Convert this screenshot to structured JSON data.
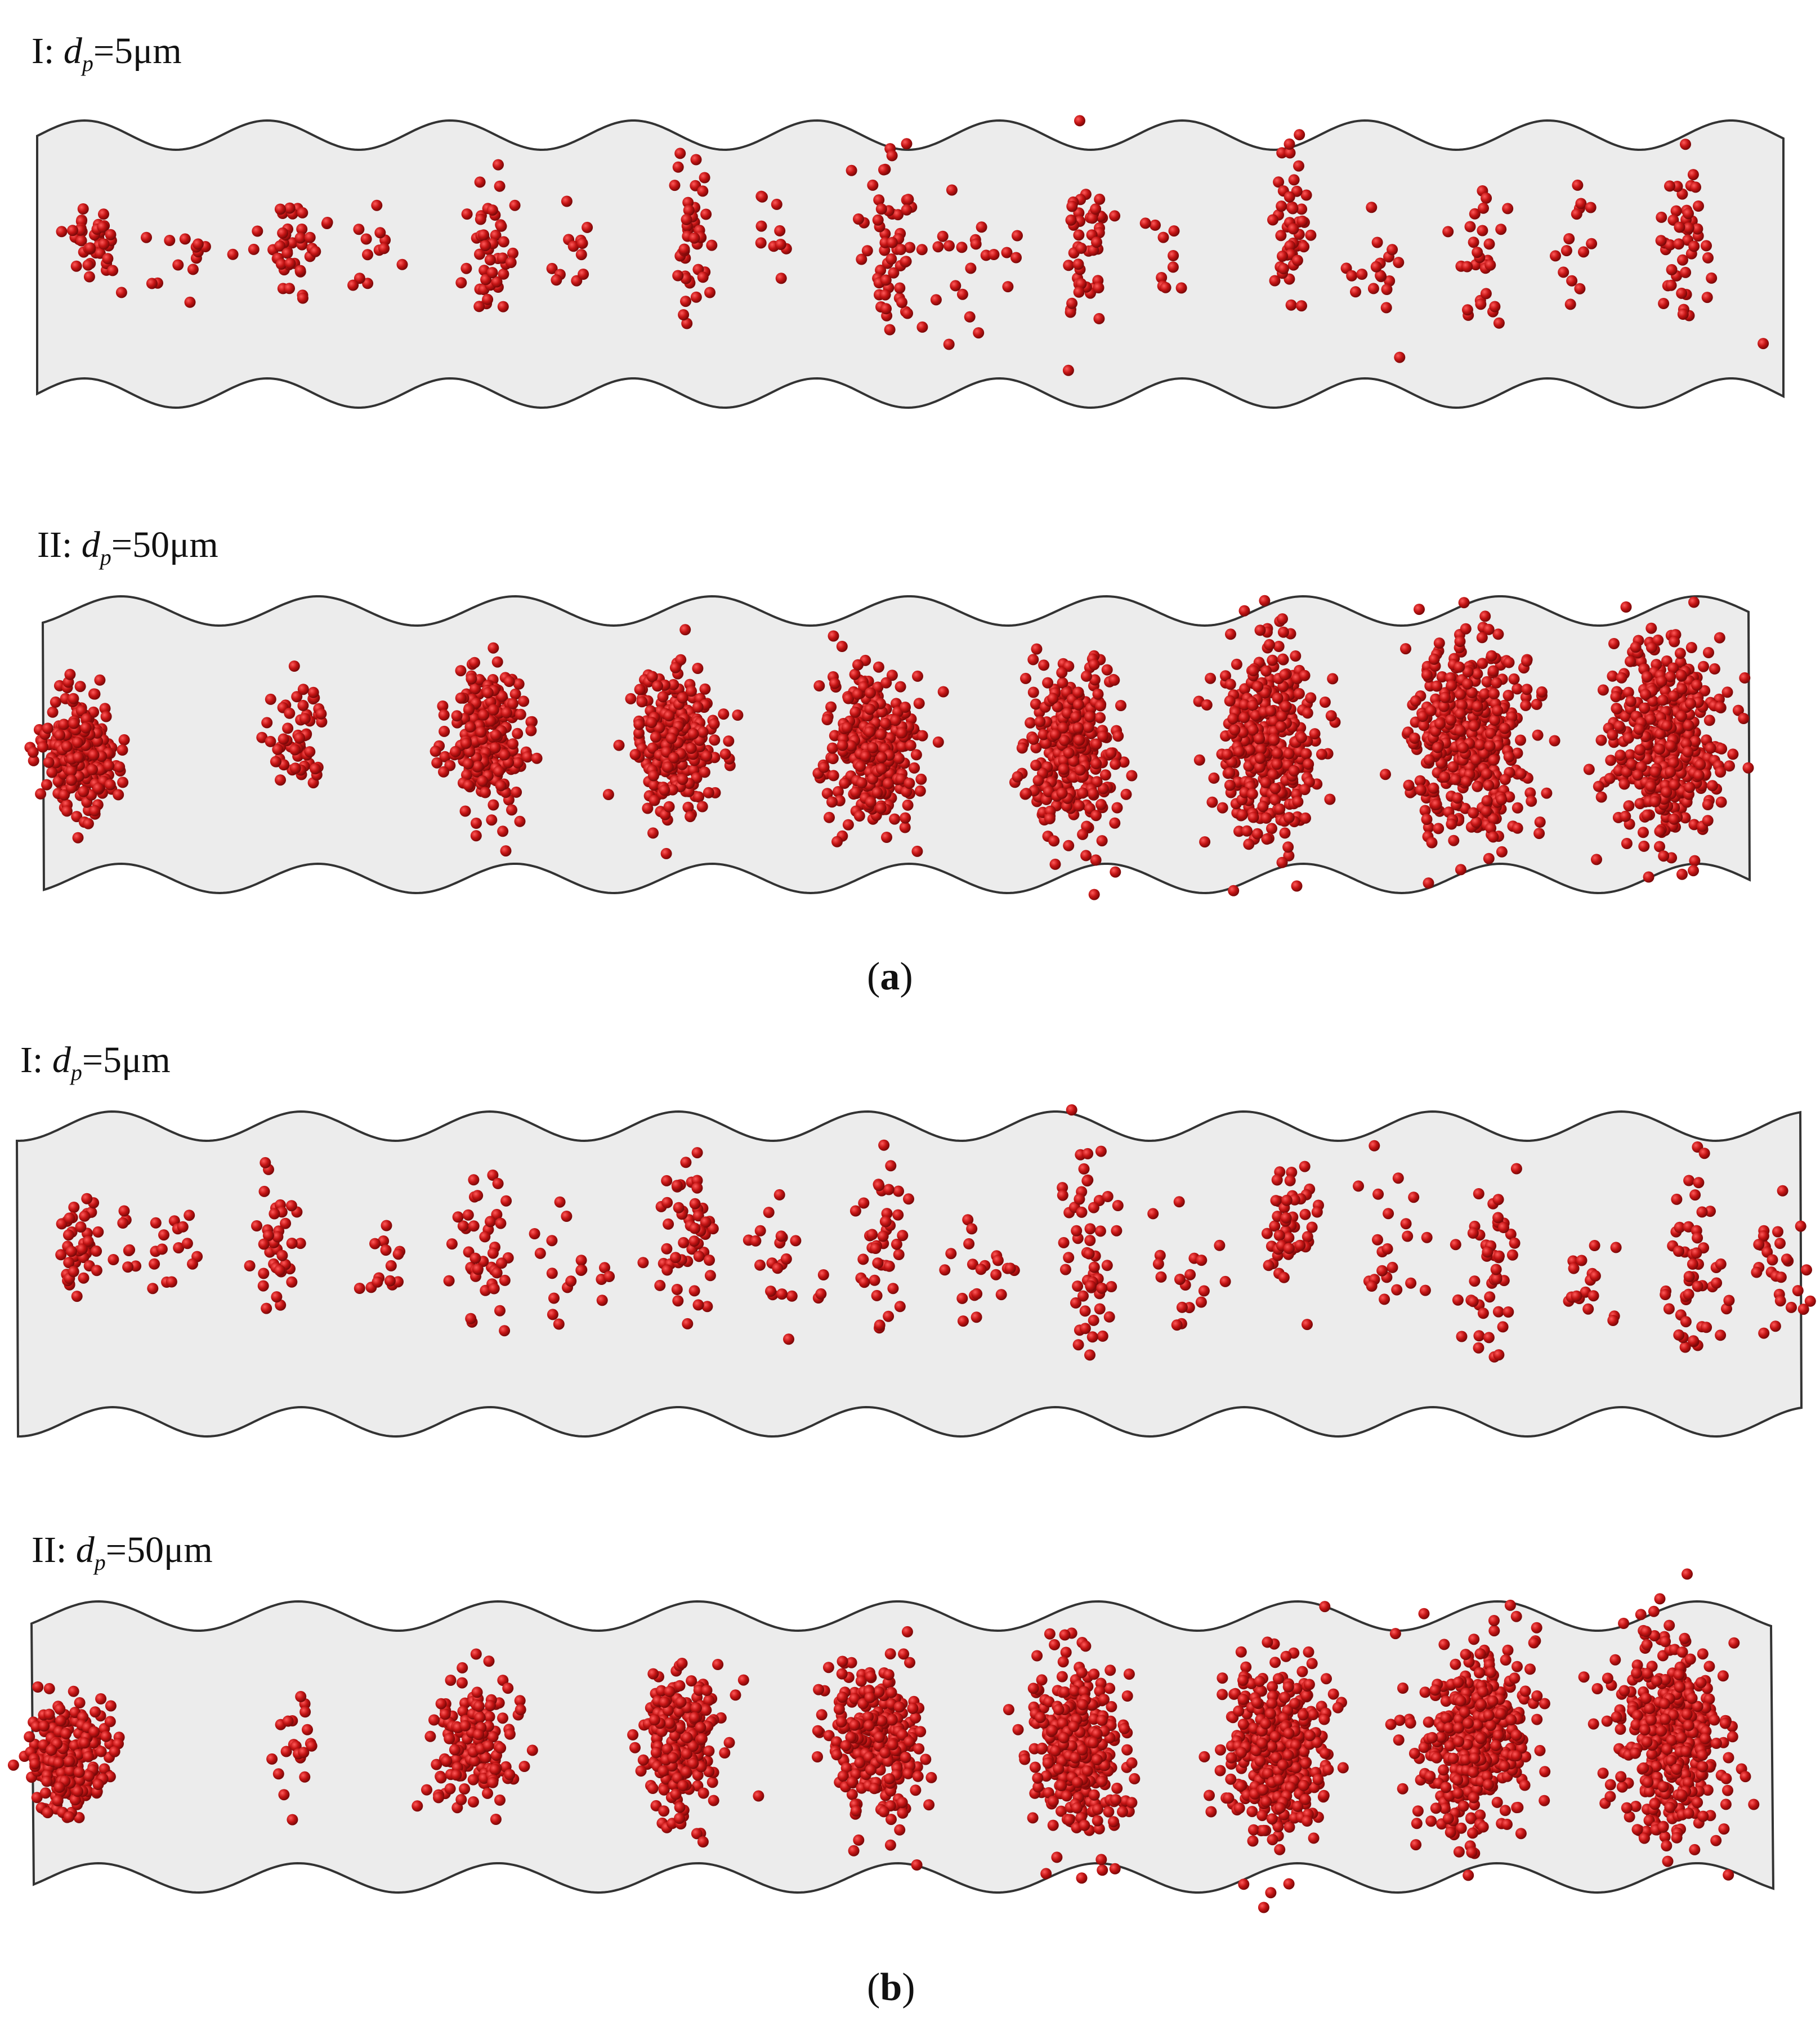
{
  "figure": {
    "panel_a": {
      "row_I": {
        "roman": "I:",
        "symbol": "d",
        "subscript": "p",
        "value": "=5μm"
      },
      "row_II": {
        "roman": "II:",
        "symbol": "d",
        "subscript": "p",
        "value": "=50μm"
      },
      "caption_open": "(",
      "caption_letter": "a",
      "caption_close": ")"
    },
    "panel_b": {
      "row_I": {
        "roman": "I:",
        "symbol": "d",
        "subscript": "p",
        "value": "=5μm"
      },
      "row_II": {
        "roman": "II:",
        "symbol": "d",
        "subscript": "p",
        "value": "=50μm"
      },
      "caption_open": "(",
      "caption_letter": "b",
      "caption_close": ")"
    }
  },
  "colors": {
    "channel_fill": "#ececec",
    "channel_stroke": "#333333",
    "particle": "#c41414",
    "particle_dark": "#7a0808"
  }
}
